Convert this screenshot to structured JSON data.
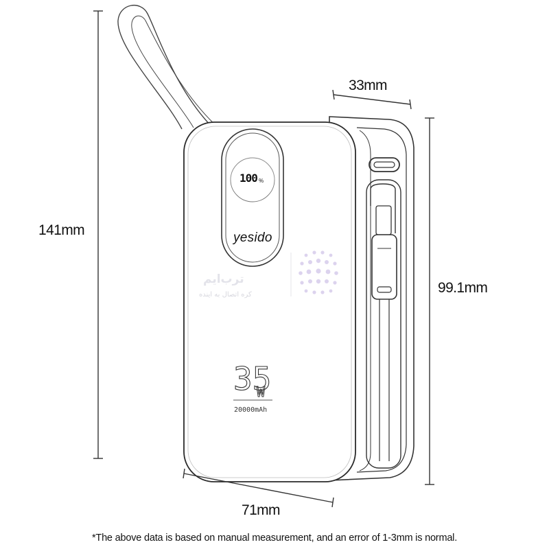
{
  "dimensions": {
    "total_height": "141mm",
    "thickness": "33mm",
    "body_height": "99.1mm",
    "width": "71mm"
  },
  "device": {
    "display_reading": "100",
    "display_unit": "%",
    "brand": "yesido",
    "power_rating": "35",
    "power_unit": "W",
    "capacity": "20000mAh"
  },
  "watermark": {
    "title": "ترب‌ایم",
    "subtitle": "کره اتصال به اینده"
  },
  "footnote": "*The above data is based on manual measurement, and an error of 1-3mm is normal."
}
